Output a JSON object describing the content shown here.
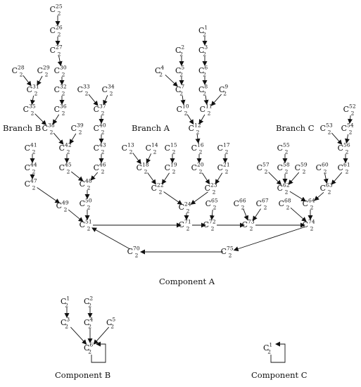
{
  "node_base": "C",
  "node_sub": "2",
  "labels": {
    "branch_b": "Branch B",
    "branch_a": "Branch A",
    "branch_c": "Branch C",
    "component_a": "Component A",
    "component_b": "Component B",
    "component_c": "Component C"
  },
  "component_a": {
    "nodes": [
      "25",
      "26",
      "27",
      "28",
      "29",
      "30",
      "31",
      "32",
      "33",
      "34",
      "35",
      "36",
      "37",
      "38",
      "39",
      "40",
      "41",
      "42",
      "43",
      "44",
      "45",
      "46",
      "47",
      "48",
      "49",
      "50",
      "51",
      "1",
      "2",
      "3",
      "4",
      "5",
      "6",
      "7",
      "8",
      "9",
      "10",
      "11",
      "12",
      "13",
      "14",
      "15",
      "16",
      "17",
      "18",
      "19",
      "20",
      "21",
      "22",
      "23",
      "24",
      "65",
      "71",
      "72",
      "66",
      "67",
      "73",
      "52",
      "53",
      "54",
      "55",
      "56",
      "57",
      "58",
      "59",
      "60",
      "61",
      "62",
      "63",
      "68",
      "64",
      "74",
      "70",
      "75"
    ],
    "edges": [
      [
        "25",
        "26"
      ],
      [
        "26",
        "27"
      ],
      [
        "27",
        "30"
      ],
      [
        "28",
        "31"
      ],
      [
        "29",
        "31"
      ],
      [
        "30",
        "32"
      ],
      [
        "31",
        "35"
      ],
      [
        "32",
        "36"
      ],
      [
        "35",
        "38"
      ],
      [
        "36",
        "38"
      ],
      [
        "33",
        "37"
      ],
      [
        "34",
        "37"
      ],
      [
        "37",
        "40"
      ],
      [
        "38",
        "42"
      ],
      [
        "39",
        "42"
      ],
      [
        "40",
        "43"
      ],
      [
        "41",
        "44"
      ],
      [
        "42",
        "45"
      ],
      [
        "43",
        "46"
      ],
      [
        "44",
        "47"
      ],
      [
        "45",
        "48"
      ],
      [
        "46",
        "48"
      ],
      [
        "47",
        "49"
      ],
      [
        "48",
        "50"
      ],
      [
        "49",
        "51"
      ],
      [
        "50",
        "51"
      ],
      [
        "1",
        "3"
      ],
      [
        "2",
        "5"
      ],
      [
        "3",
        "6"
      ],
      [
        "4",
        "7"
      ],
      [
        "5",
        "7"
      ],
      [
        "6",
        "8"
      ],
      [
        "7",
        "10"
      ],
      [
        "8",
        "11"
      ],
      [
        "9",
        "11"
      ],
      [
        "10",
        "12"
      ],
      [
        "11",
        "12"
      ],
      [
        "12",
        "16"
      ],
      [
        "13",
        "18"
      ],
      [
        "14",
        "18"
      ],
      [
        "15",
        "19"
      ],
      [
        "16",
        "20"
      ],
      [
        "17",
        "21"
      ],
      [
        "18",
        "22"
      ],
      [
        "19",
        "22"
      ],
      [
        "20",
        "23"
      ],
      [
        "21",
        "23"
      ],
      [
        "22",
        "24"
      ],
      [
        "23",
        "24"
      ],
      [
        "24",
        "71"
      ],
      [
        "65",
        "72"
      ],
      [
        "71",
        "72"
      ],
      [
        "72",
        "73"
      ],
      [
        "66",
        "73"
      ],
      [
        "67",
        "73"
      ],
      [
        "52",
        "54"
      ],
      [
        "53",
        "56"
      ],
      [
        "54",
        "56"
      ],
      [
        "55",
        "58"
      ],
      [
        "56",
        "61"
      ],
      [
        "57",
        "62"
      ],
      [
        "58",
        "62"
      ],
      [
        "59",
        "62"
      ],
      [
        "60",
        "63"
      ],
      [
        "61",
        "63"
      ],
      [
        "62",
        "64"
      ],
      [
        "63",
        "64"
      ],
      [
        "68",
        "74"
      ],
      [
        "64",
        "74"
      ],
      [
        "51",
        "71"
      ],
      [
        "73",
        "74"
      ],
      [
        "74",
        "75"
      ],
      [
        "75",
        "70"
      ],
      [
        "70",
        "51"
      ]
    ]
  },
  "component_b": {
    "nodes": [
      "1",
      "2",
      "3",
      "4",
      "5",
      "6"
    ],
    "edges": [
      [
        "1",
        "3"
      ],
      [
        "2",
        "4"
      ],
      [
        "3",
        "6"
      ],
      [
        "4",
        "6"
      ],
      [
        "5",
        "6"
      ],
      [
        "6",
        "6"
      ]
    ]
  },
  "component_c": {
    "nodes": [
      "1"
    ],
    "edges": [
      [
        "1",
        "1"
      ]
    ]
  }
}
